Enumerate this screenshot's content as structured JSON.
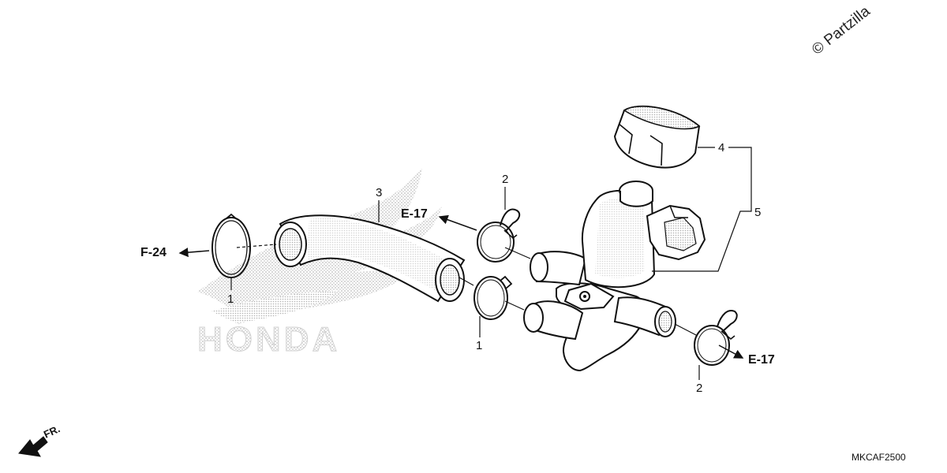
{
  "watermark": {
    "text": "© Partzilla"
  },
  "logo": {
    "brand_text": "HONDA"
  },
  "callouts": {
    "clip_left": "1",
    "clip_center": "1",
    "hose": "3",
    "clamp_top": "2",
    "clamp_right": "2",
    "cap": "4",
    "valve_assembly": "5"
  },
  "references": {
    "left": "F-24",
    "top_center": "E-17",
    "right": "E-17"
  },
  "front_indicator": {
    "label": "FR."
  },
  "diagram_code": "MKCAF2500"
}
